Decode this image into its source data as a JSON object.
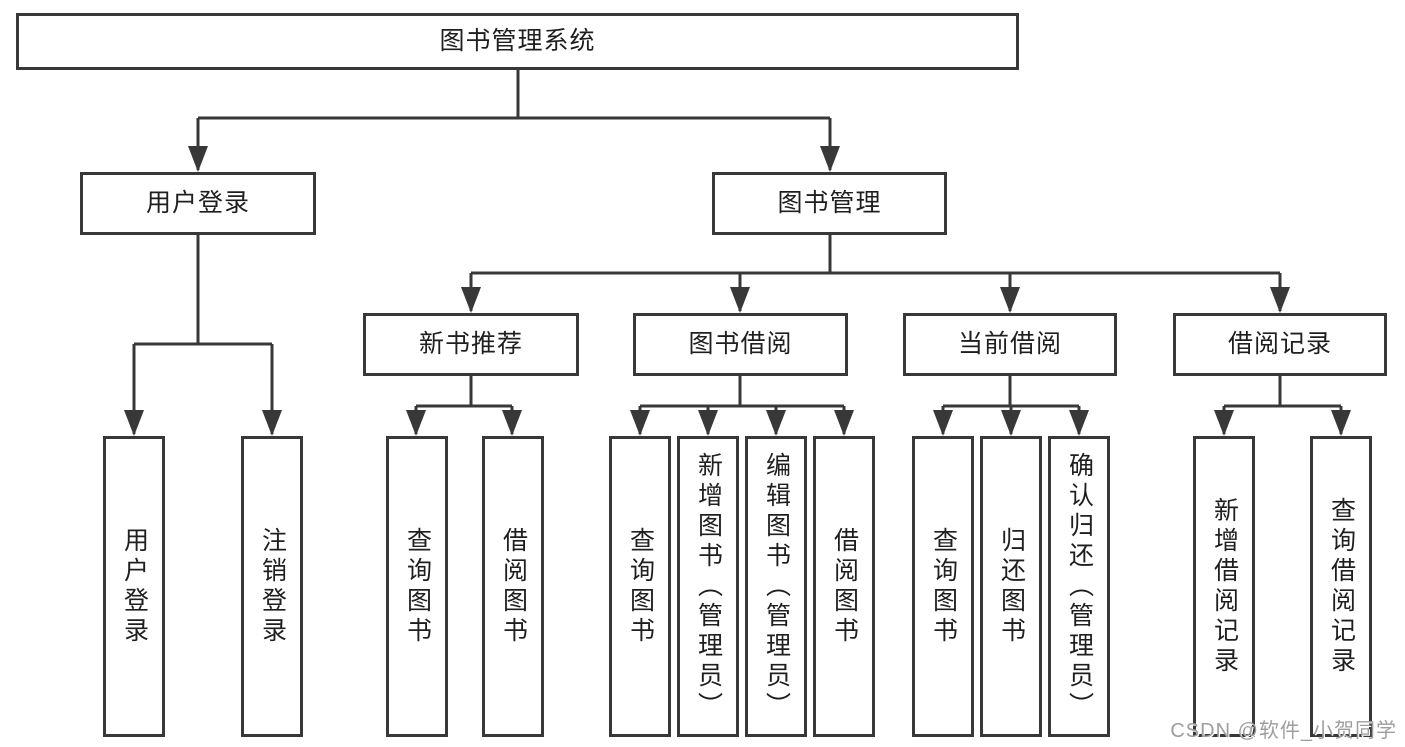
{
  "diagram": {
    "title": "图书管理系统",
    "level1": {
      "user_login": "用户登录",
      "book_management": "图书管理"
    },
    "level2": {
      "new_book_recommend": "新书推荐",
      "book_borrowing": "图书借阅",
      "current_borrowing": "当前借阅",
      "borrowing_records": "借阅记录"
    },
    "leaves": {
      "user_login": "用户登录",
      "logout": "注销登录",
      "rec_query_books": "查询图书",
      "rec_borrow_books": "借阅图书",
      "bb_query_books": "查询图书",
      "bb_add_books": "新增图书（管理员）",
      "bb_edit_books": "编辑图书（管理员）",
      "bb_borrow_books": "借阅图书",
      "cb_query_books": "查询图书",
      "cb_return_books": "归还图书",
      "cb_confirm_return": "确认归还（管理员）",
      "br_add_record": "新增借阅记录",
      "br_query_record": "查询借阅记录"
    }
  },
  "watermark": "CSDN @软件_小贺同学",
  "colors": {
    "line": "#383838",
    "text": "#1f1f1f",
    "watermark": "#9e9e9e",
    "background": "#ffffff"
  }
}
